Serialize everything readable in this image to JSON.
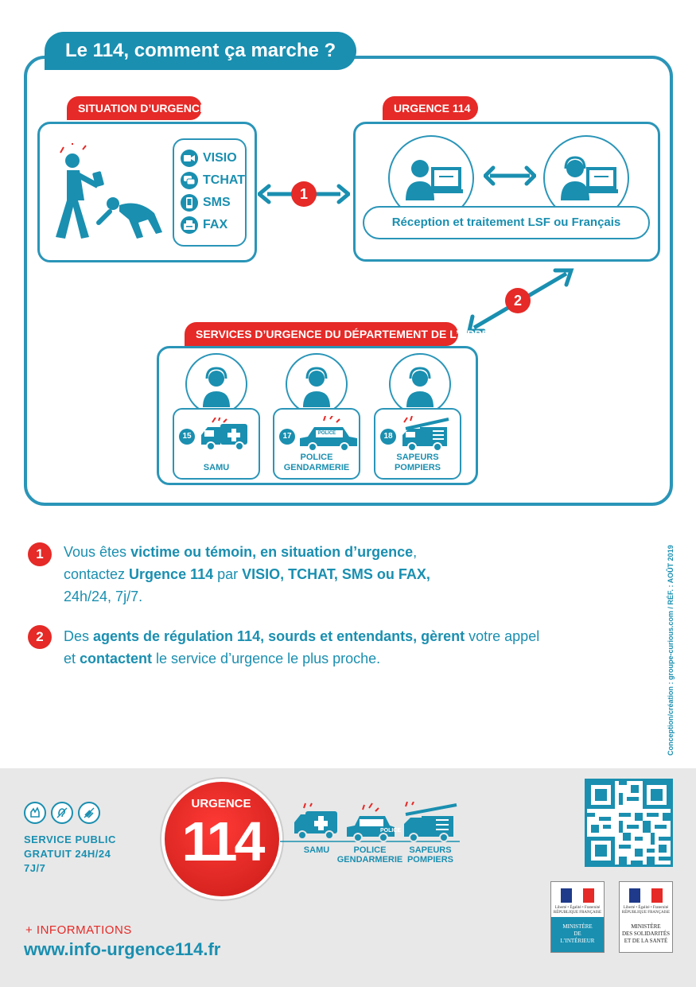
{
  "title": "Le 114, comment ça marche ?",
  "situation": {
    "tag": "SITUATION D’URGENCE",
    "channels": [
      {
        "label": "VISIO",
        "icon": "video-camera-icon"
      },
      {
        "label": "TCHAT",
        "icon": "chat-bubble-icon"
      },
      {
        "label": "SMS",
        "icon": "mobile-phone-icon"
      },
      {
        "label": "FAX",
        "icon": "fax-icon"
      }
    ]
  },
  "step1_number": "1",
  "step2_number": "2",
  "urgence": {
    "tag_prefix": "URGENCE ",
    "tag_number": "114",
    "reception_text": "Réception et traitement LSF ou Français"
  },
  "services": {
    "tag": "SERVICES D’URGENCE DU DÉPARTEMENT DE L’APPEL",
    "items": [
      {
        "number": "15",
        "label": "SAMU",
        "vehicle": "ambulance-icon"
      },
      {
        "number": "17",
        "label": "POLICE\nGENDARMERIE",
        "vehicle": "police-car-icon",
        "badge": "POLICE"
      },
      {
        "number": "18",
        "label": "SAPEURS\nPOMPIERS",
        "vehicle": "fire-truck-icon"
      }
    ]
  },
  "explanations": {
    "one": {
      "badge": "1",
      "l1_a": "Vous êtes ",
      "l1_b": "victime ou témoin, en situation d’urgence",
      "l1_c": ",",
      "l2_a": "contactez ",
      "l2_b": "Urgence 114",
      "l2_c": " par ",
      "l2_d": "VISIO, TCHAT, SMS ou FAX,",
      "l3": "24h/24, 7j/7."
    },
    "two": {
      "badge": "2",
      "l1_a": "Des ",
      "l1_b": "agents de régulation 114, sourds et entendants, gèrent",
      "l1_c": " votre appel",
      "l2_a": "et ",
      "l2_b": "contactent",
      "l2_c": " le service d’urgence le plus proche."
    }
  },
  "credit": "Conception/création : groupe-curious.com / RÉF. : AOÛT 2019",
  "footer": {
    "service_text": "SERVICE PUBLIC\nGRATUIT 24H/24\n7J/7",
    "logo_top": "URGENCE",
    "logo_number": "114",
    "vehicles": [
      {
        "label": "SAMU"
      },
      {
        "label": "POLICE\nGENDARMERIE",
        "badge": "POLICE"
      },
      {
        "label": "SAPEURS\nPOMPIERS"
      }
    ],
    "info_label": "+ INFORMATIONS",
    "info_url": "www.info-urgence114.fr",
    "ministries": [
      {
        "republic": "Liberté • Égalité • Fraternité\nRÉPUBLIQUE FRANÇAISE",
        "name": "MINISTÈRE\nDE\nL’INTÉRIEUR"
      },
      {
        "republic": "Liberté • Égalité • Fraternité\nRÉPUBLIQUE FRANÇAISE",
        "name": "MINISTÈRE\nDES SOLIDARITÉS\nET DE LA SANTÉ"
      }
    ]
  },
  "colors": {
    "blue": "#1a8fb0",
    "red": "#e52a27",
    "light_grey": "#e8e8e8"
  }
}
